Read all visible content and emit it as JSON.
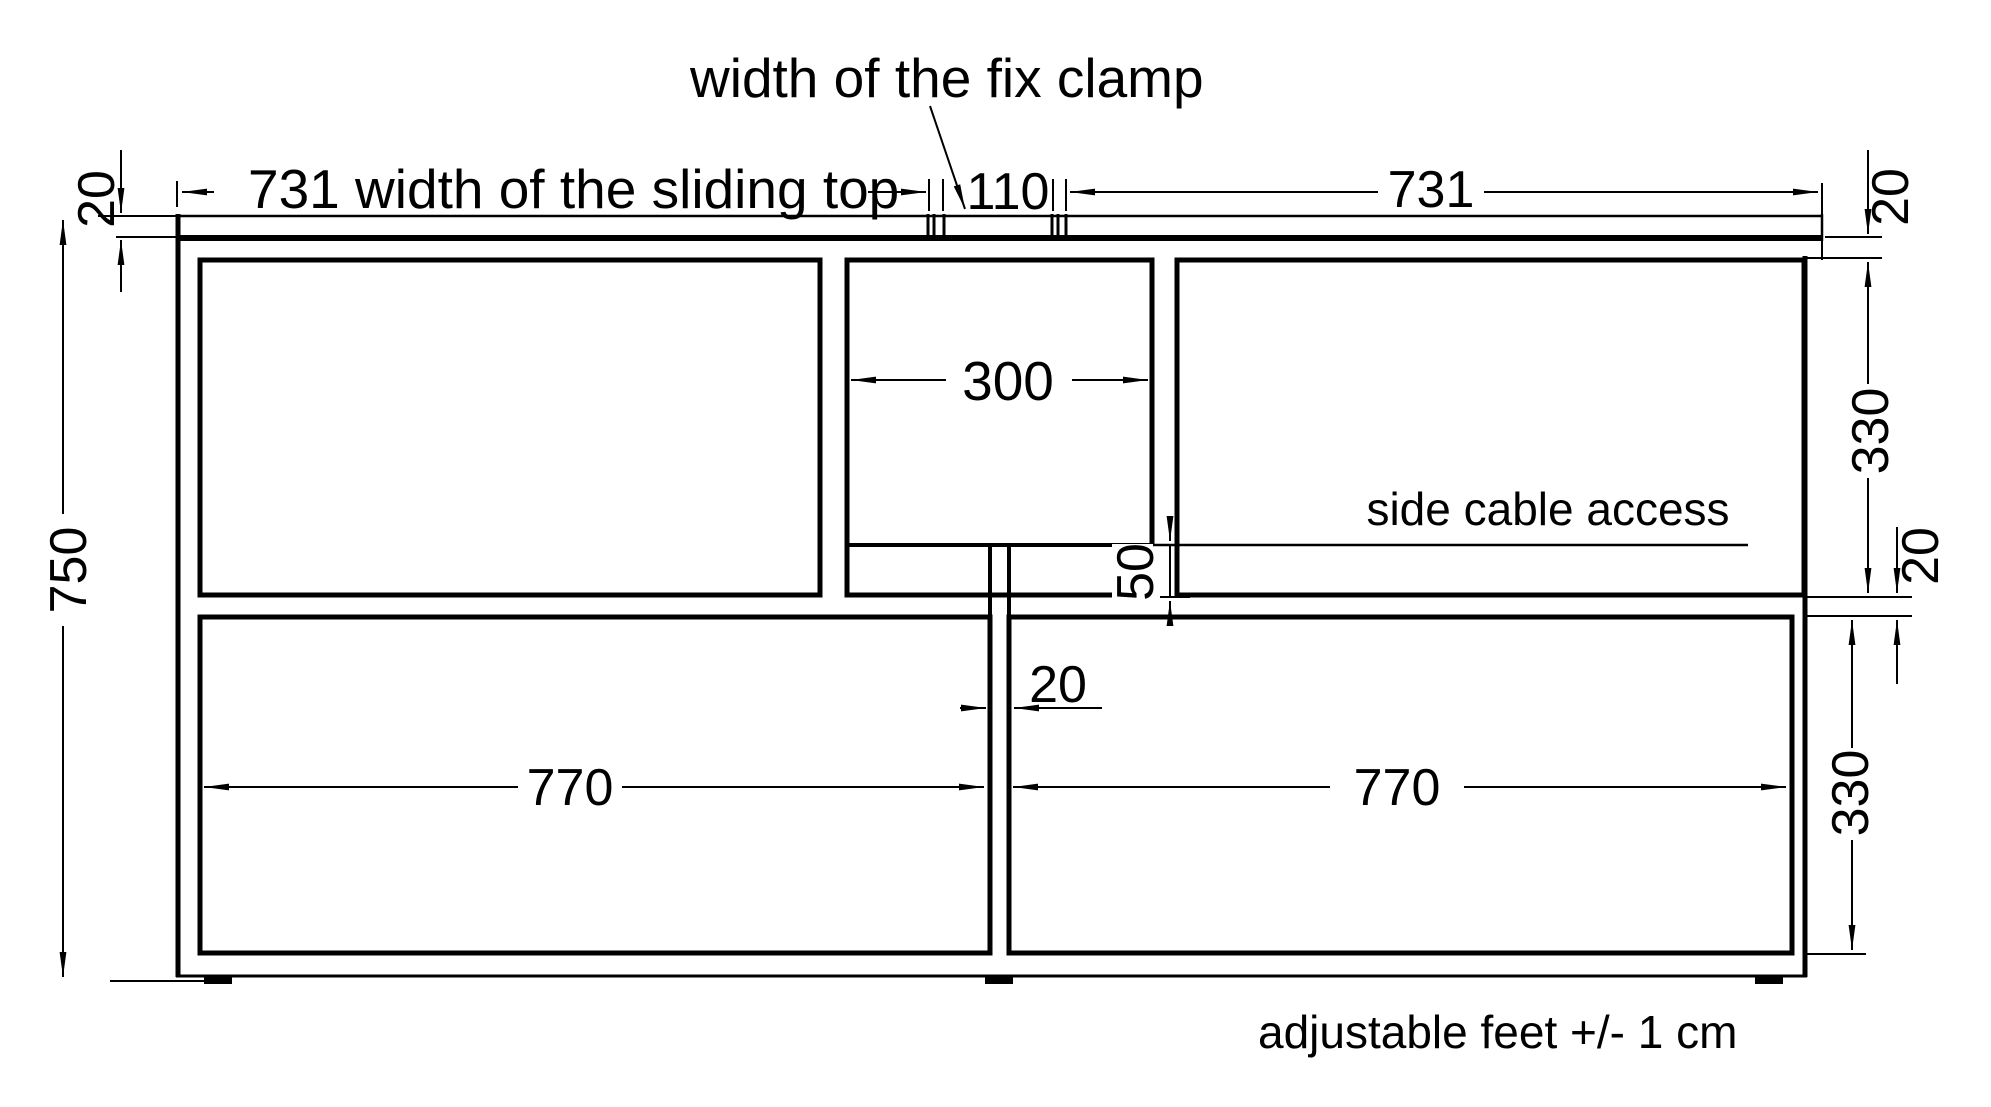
{
  "drawing": {
    "type": "furniture dimension drawing (front elevation)",
    "colors": {
      "ink": "#000000",
      "background": "#ffffff"
    },
    "labels": {
      "fix_clamp": "width of the fix clamp",
      "sliding_top_width": "731 width of the sliding top",
      "clamp_width": "110",
      "top_width_right": "731",
      "thickness_top_left": "20",
      "thickness_top_right": "20",
      "overall_height": "750",
      "niche_width": "300",
      "cable_slot_height": "50",
      "side_cable_access": "side cable access",
      "upper_niche_height": "330",
      "shelf_thickness": "20",
      "divider_thickness": "20",
      "drawer_width_left": "770",
      "drawer_width_right": "770",
      "lower_niche_height": "330",
      "adjustable_feet": "adjustable feet +/- 1 cm"
    }
  }
}
